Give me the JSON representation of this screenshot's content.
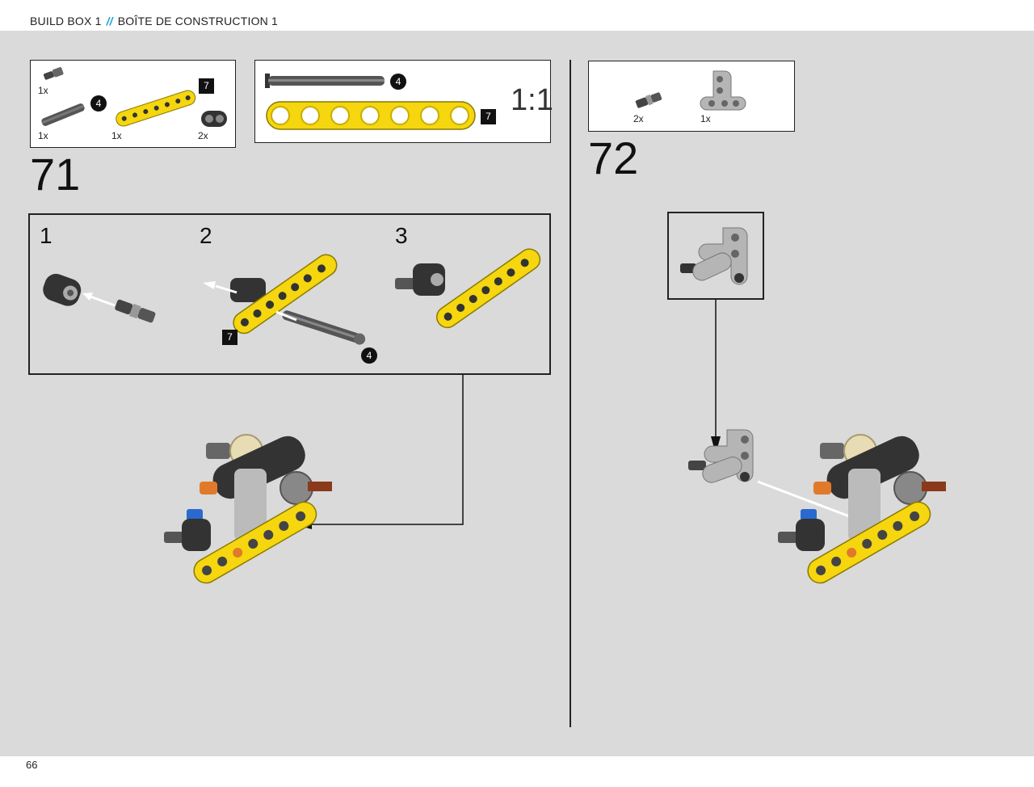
{
  "header": {
    "title_en": "BUILD BOX 1",
    "separator": "//",
    "title_fr": "BOÎTE DE CONSTRUCTION 1"
  },
  "page_number": "66",
  "step71": {
    "number": "71",
    "parts": [
      {
        "qty": "1x"
      },
      {
        "qty": "1x"
      },
      {
        "qty": "1x"
      },
      {
        "qty": "2x"
      }
    ],
    "axle_length": "4",
    "beam_length": "7",
    "scale": {
      "label": "1:1",
      "axle_length": "4",
      "beam_length": "7"
    },
    "substeps": [
      {
        "number": "1"
      },
      {
        "number": "2",
        "beam_length": "7",
        "axle_length": "4"
      },
      {
        "number": "3"
      }
    ]
  },
  "step72": {
    "number": "72",
    "parts": [
      {
        "qty": "2x"
      },
      {
        "qty": "1x"
      }
    ]
  },
  "colors": {
    "yellow": "#f5d60f",
    "dark_gray": "#3a3a3a",
    "light_gray": "#b5b5b5",
    "accent_blue": "#1aa3d9",
    "orange": "#e07a2a"
  }
}
